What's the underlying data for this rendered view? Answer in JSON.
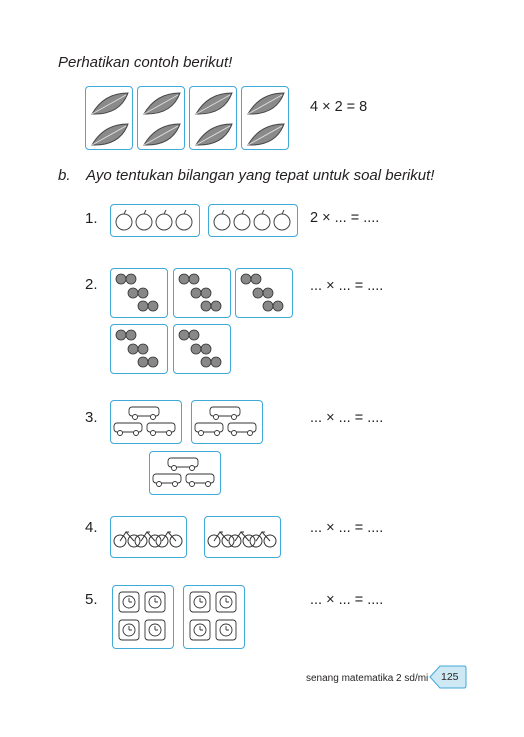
{
  "intro": "Perhatikan contoh berikut!",
  "example_equation": "4 × 2 = 8",
  "section_b": {
    "letter": "b.",
    "instruction": "Ayo tentukan bilangan yang tepat untuk soal berikut!"
  },
  "problems": [
    {
      "number": "1.",
      "equation": "2 × ... = ....",
      "icon": "apple-icon",
      "groups": 2,
      "per_group": 4
    },
    {
      "number": "2.",
      "equation": "... × ... = ....",
      "icon": "strawberry-icon",
      "groups": 5,
      "per_group": 6
    },
    {
      "number": "3.",
      "equation": "... × ... = ....",
      "icon": "car-icon",
      "groups": 3,
      "per_group": 3
    },
    {
      "number": "4.",
      "equation": "... × ... = ....",
      "icon": "bicycle-icon",
      "groups": 2,
      "per_group": 3
    },
    {
      "number": "5.",
      "equation": "... × ... = ....",
      "icon": "clock-icon",
      "groups": 2,
      "per_group": 4
    }
  ],
  "footer": {
    "book_title": "senang matematika 2 sd/mi",
    "page_number": "125"
  },
  "colors": {
    "box_border": "#3fa9d8",
    "badge_fill": "#cfe9f4",
    "badge_border": "#3fa9d8"
  }
}
